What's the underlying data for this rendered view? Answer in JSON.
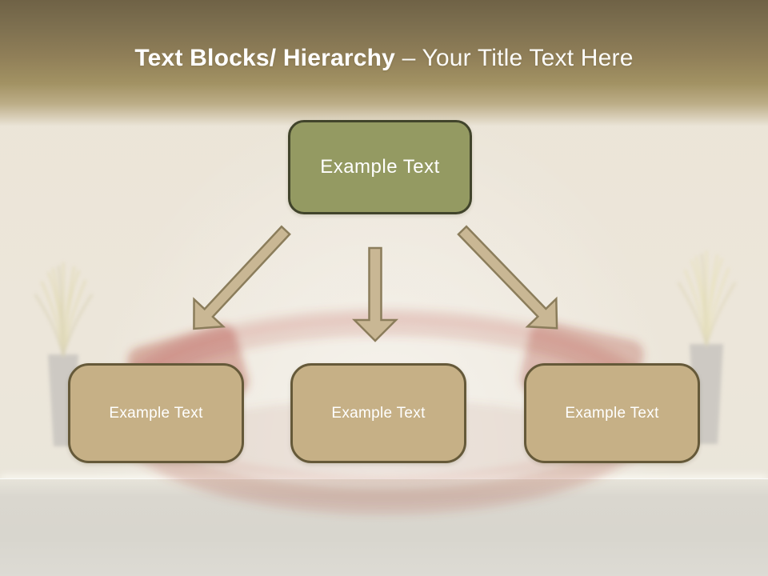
{
  "slide": {
    "title": {
      "bold": "Text Blocks/ Hierarchy",
      "regular": "– Your Title Text Here"
    },
    "diagram": {
      "root": {
        "label": "Example Text"
      },
      "children": [
        {
          "label": "Example Text"
        },
        {
          "label": "Example Text"
        },
        {
          "label": "Example Text"
        }
      ]
    },
    "background_photo": {
      "description_items": [
        "left-plant",
        "right-plant",
        "red-ring-sofa",
        "floor"
      ]
    },
    "colors": {
      "band_top": "#6f6246",
      "band_mid": "#a29263",
      "wall": "#ebe5d9",
      "floor": "#d8d6ce",
      "title_text": "#ffffff",
      "root_fill": "#949a62",
      "root_border": "#41442b",
      "child_fill": "#c6b086",
      "child_border": "#655939",
      "arrow_fill": "#c9b794",
      "arrow_border": "#8b7d5b",
      "sofa_red": "#b23b2e",
      "plant_grass": "#e6e0ae",
      "plant_vase": "#b5b3b1"
    }
  }
}
